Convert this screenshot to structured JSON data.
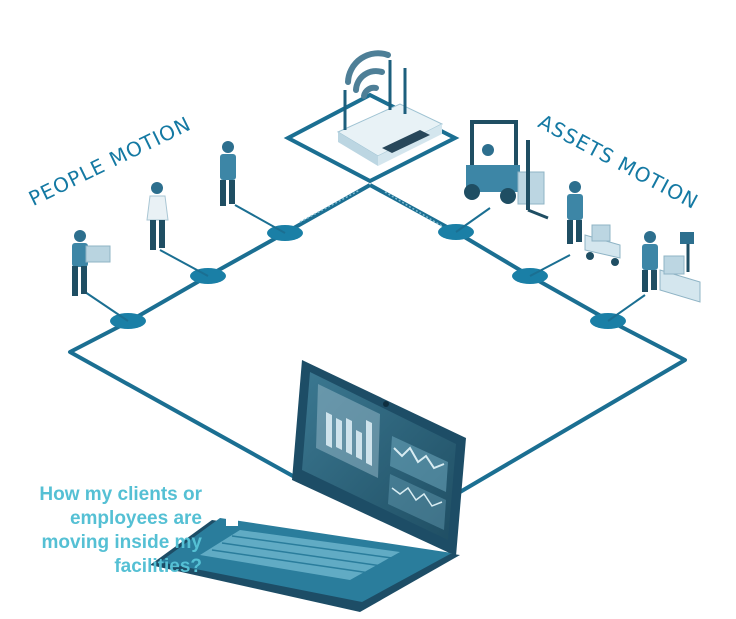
{
  "labels": {
    "people_motion": "PEOPLE MOTION",
    "assets_motion": "ASSETS MOTION"
  },
  "question": "How my clients or\nemployees are\nmoving inside my\nfacilities?",
  "colors": {
    "line": "#1b6f92",
    "node": "#1a7fa6",
    "label": "#1479a3",
    "question": "#55c0d4",
    "laptop_dark": "#1d4d66",
    "laptop_mid": "#2a7d9c",
    "screen_bg": "#2b5d73"
  },
  "icons": [
    "wifi-router-icon",
    "forklift-icon",
    "person-icon",
    "cart-icon",
    "laptop-icon"
  ]
}
